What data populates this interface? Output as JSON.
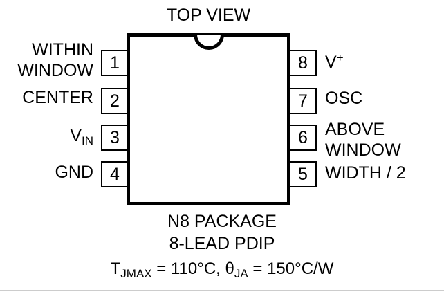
{
  "diagram": {
    "title": "TOP VIEW",
    "package_outline": {
      "notch": "semicircle-notch"
    },
    "pins_left": [
      {
        "number": "1",
        "label_line1": "WITHIN",
        "label_line2": "WINDOW"
      },
      {
        "number": "2",
        "label_line1": "CENTER",
        "label_line2": ""
      },
      {
        "number": "3",
        "label_line1": "V",
        "label_sub": "IN",
        "label_line2": ""
      },
      {
        "number": "4",
        "label_line1": "GND",
        "label_line2": ""
      }
    ],
    "pins_right": [
      {
        "number": "8",
        "label_line1": "V",
        "label_sup": "+",
        "label_line2": ""
      },
      {
        "number": "7",
        "label_line1": "OSC",
        "label_line2": ""
      },
      {
        "number": "6",
        "label_line1": "ABOVE",
        "label_line2": "WINDOW"
      },
      {
        "number": "5",
        "label_line1": "WIDTH / 2",
        "label_line2": ""
      }
    ],
    "caption": {
      "package_name": "N8 PACKAGE",
      "lead_type": "8-LEAD PDIP",
      "thermal_tj_symbol": "T",
      "thermal_tj_sub": "JMAX",
      "thermal_tj_value": " = 110°C, ",
      "thermal_theta_symbol": "θ",
      "thermal_theta_sub": "JA",
      "thermal_theta_value": " = 150°C/W"
    },
    "colors": {
      "ink": "#000000",
      "background": "#ffffff",
      "rule": "#cccccc"
    }
  }
}
